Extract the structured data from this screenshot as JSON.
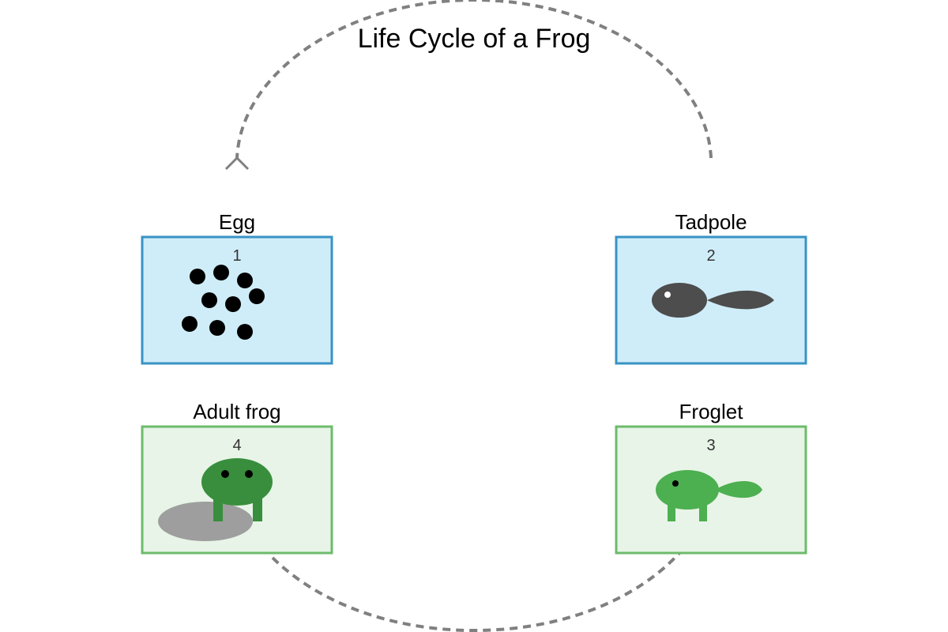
{
  "title": "Life Cycle of a Frog",
  "stages": [
    {
      "number": "1",
      "label": "Egg",
      "group": "water"
    },
    {
      "number": "2",
      "label": "Tadpole",
      "group": "water"
    },
    {
      "number": "3",
      "label": "Froglet",
      "group": "land"
    },
    {
      "number": "4",
      "label": "Adult frog",
      "group": "land"
    }
  ],
  "colors": {
    "water_fill": "#cfedf9",
    "water_stroke": "#3993c4",
    "land_fill": "#e7f4e7",
    "land_stroke": "#6dbb6b",
    "egg": "#000000",
    "tadpole": "#4d4d4d",
    "froglet": "#4caf50",
    "adult_frog": "#388e3c",
    "rock": "#9e9e9e",
    "cycle_arrow": "#808080"
  },
  "icons": {
    "egg": "egg-cluster-icon",
    "tadpole": "tadpole-icon",
    "froglet": "froglet-icon",
    "adult": "adult-frog-icon",
    "rock": "rock-icon"
  }
}
